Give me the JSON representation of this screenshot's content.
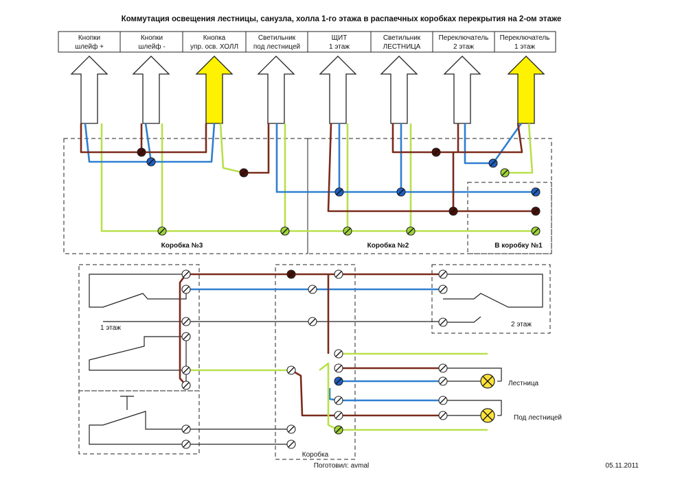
{
  "title": "Коммутация освещения лестницы, санузла, холла 1-го этажа в распаечных коробках перекрытия на 2-ом этаже",
  "header_cells": [
    {
      "line1": "Кнопки",
      "line2": "шлейф +"
    },
    {
      "line1": "Кнопки",
      "line2": "шлейф -"
    },
    {
      "line1": "Кнопка",
      "line2": "упр. осв. ХОЛЛ"
    },
    {
      "line1": "Светильник",
      "line2": "под лестницей"
    },
    {
      "line1": "ЩИТ",
      "line2": "1 этаж"
    },
    {
      "line1": "Светильник",
      "line2": "ЛЕСТНИЦА"
    },
    {
      "line1": "Переключатель",
      "line2": "2 этаж"
    },
    {
      "line1": "Переключатель",
      "line2": "1 этаж"
    }
  ],
  "boxes": {
    "box3": "Коробка №3",
    "box2": "Коробка №2",
    "box1": "В коробку №1"
  },
  "schematic": {
    "floor1": "1 этаж",
    "floor2": "2 этаж",
    "lamp_stairs": "Лестница",
    "lamp_under": "Под лестницей",
    "box": "Коробка"
  },
  "footer": {
    "author": "Поготовил: avmal",
    "date": "05.11.2011"
  },
  "colors": {
    "brown": "#7a2a1a",
    "blue": "#2e7fd0",
    "yellow_green": "#b8e04a",
    "arrow_yellow": "#fff200",
    "lamp": "#ffe23a"
  },
  "arrows": [
    {
      "color": "white"
    },
    {
      "color": "white"
    },
    {
      "color": "yellow"
    },
    {
      "color": "white"
    },
    {
      "color": "white"
    },
    {
      "color": "white"
    },
    {
      "color": "white"
    },
    {
      "color": "yellow"
    }
  ]
}
